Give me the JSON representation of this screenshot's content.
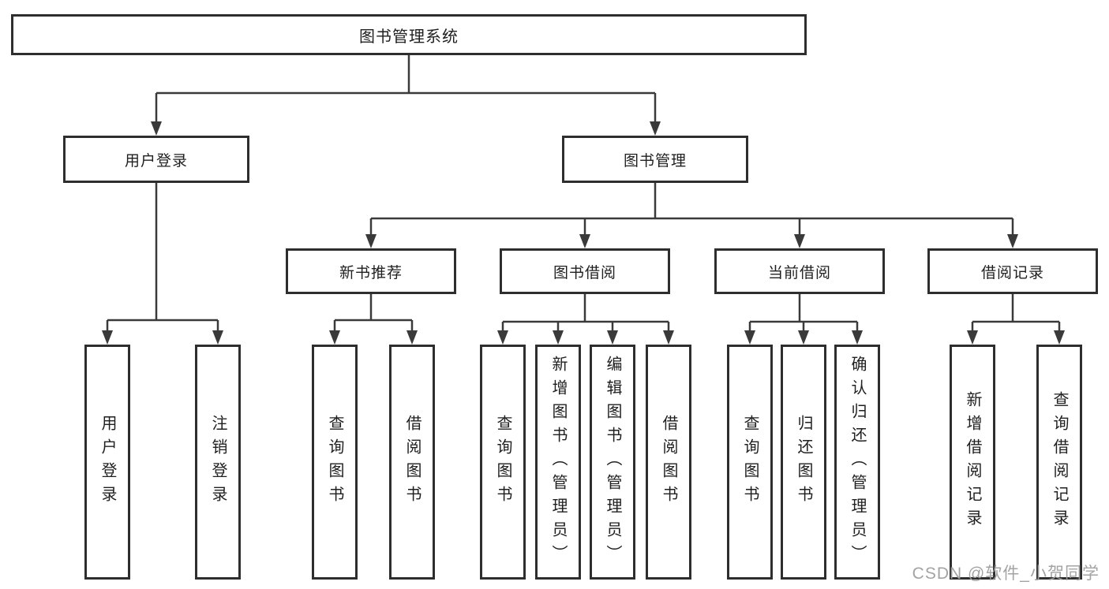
{
  "root": {
    "label": "图书管理系统"
  },
  "level2": [
    {
      "label": "用户登录"
    },
    {
      "label": "图书管理"
    }
  ],
  "level3": [
    {
      "label": "新书推荐",
      "parent": "图书管理"
    },
    {
      "label": "图书借阅",
      "parent": "图书管理"
    },
    {
      "label": "当前借阅",
      "parent": "图书管理"
    },
    {
      "label": "借阅记录",
      "parent": "图书管理"
    }
  ],
  "leaves": [
    {
      "label": "用户登录",
      "parent": "用户登录"
    },
    {
      "label": "注销登录",
      "parent": "用户登录"
    },
    {
      "label": "查询图书",
      "parent": "新书推荐"
    },
    {
      "label": "借阅图书",
      "parent": "新书推荐"
    },
    {
      "label": "查询图书",
      "parent": "图书借阅"
    },
    {
      "label": "新增图书（管理员）",
      "parent": "图书借阅"
    },
    {
      "label": "编辑图书（管理员）",
      "parent": "图书借阅"
    },
    {
      "label": "借阅图书",
      "parent": "图书借阅"
    },
    {
      "label": "查询图书",
      "parent": "当前借阅"
    },
    {
      "label": "归还图书",
      "parent": "当前借阅"
    },
    {
      "label": "确认归还（管理员）",
      "parent": "当前借阅"
    },
    {
      "label": "新增借阅记录",
      "parent": "借阅记录"
    },
    {
      "label": "查询借阅记录",
      "parent": "借阅记录"
    }
  ],
  "watermark": "CSDN @软件_小贺同学",
  "colors": {
    "line": "#3a3a3a",
    "border": "#2e2e2e",
    "text": "#1f1f1f",
    "watermark": "#9e9e9e",
    "background": "#ffffff"
  }
}
